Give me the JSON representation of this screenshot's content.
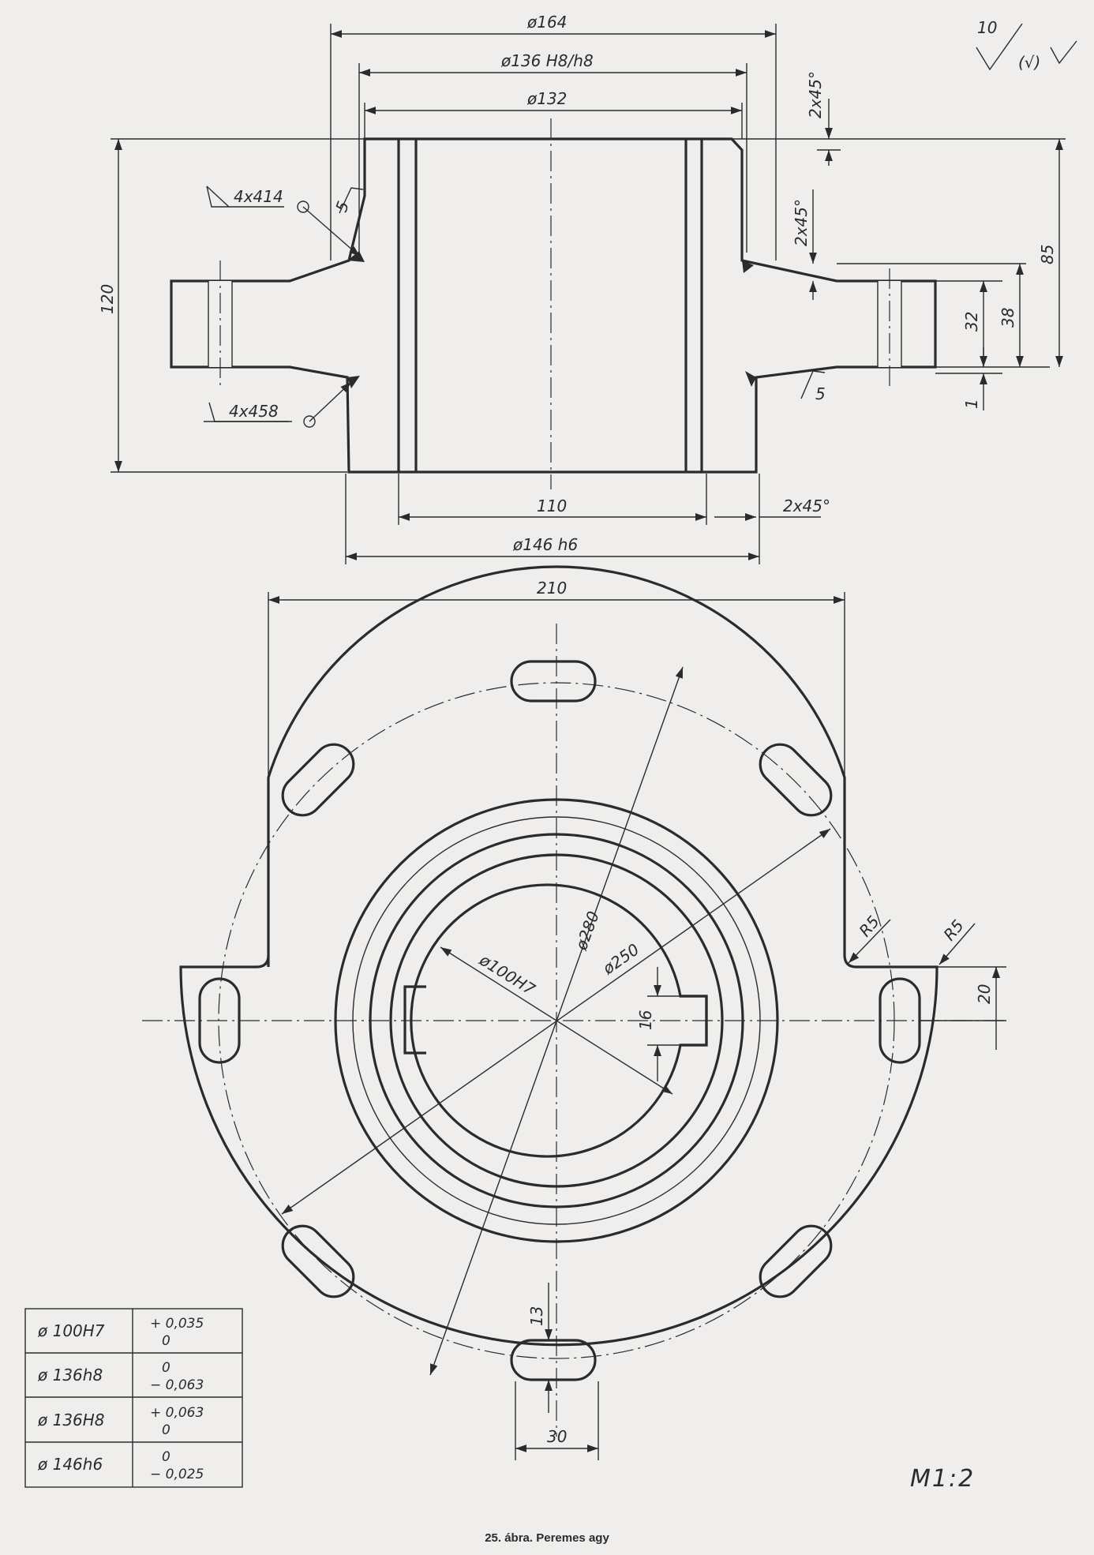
{
  "surface_finish": {
    "main": "10",
    "bracket": "(√)"
  },
  "section_view": {
    "dims": {
      "d164": "ø164",
      "d136H8h8": "ø136 H8/h8",
      "d132": "ø132",
      "chamfer_top": "2x45°",
      "chamfer_mid": "2x45°",
      "chamfer_bottom": "2x45°",
      "h120": "120",
      "h85": "85",
      "h38": "38",
      "h32": "32",
      "h1": "1",
      "w110": "110",
      "d146h6": "ø146 h6",
      "slope_top": "5",
      "slope_right": "5"
    },
    "welds": {
      "top": "4x414",
      "bottom": "4x458"
    }
  },
  "plan_view": {
    "dims": {
      "w210": "210",
      "d280": "ø280",
      "d250": "ø250",
      "d100H7": "ø100H7",
      "key16": "16",
      "r5_left": "R5",
      "r5_right": "R5",
      "h20": "20",
      "slot13": "13",
      "slot30": "30"
    }
  },
  "tolerance_table": [
    {
      "fit": "ø 100H7",
      "upper": "+ 0,035",
      "lower": "0"
    },
    {
      "fit": "ø 136h8",
      "upper": "0",
      "lower": "− 0,063"
    },
    {
      "fit": "ø 136H8",
      "upper": "+ 0,063",
      "lower": "0"
    },
    {
      "fit": "ø 146h6",
      "upper": "0",
      "lower": "− 0,025"
    }
  ],
  "scale": "M1:2",
  "caption": "25. ábra. Peremes agy",
  "colors": {
    "ink": "#2b2b2b",
    "paper": "#efeeec"
  }
}
